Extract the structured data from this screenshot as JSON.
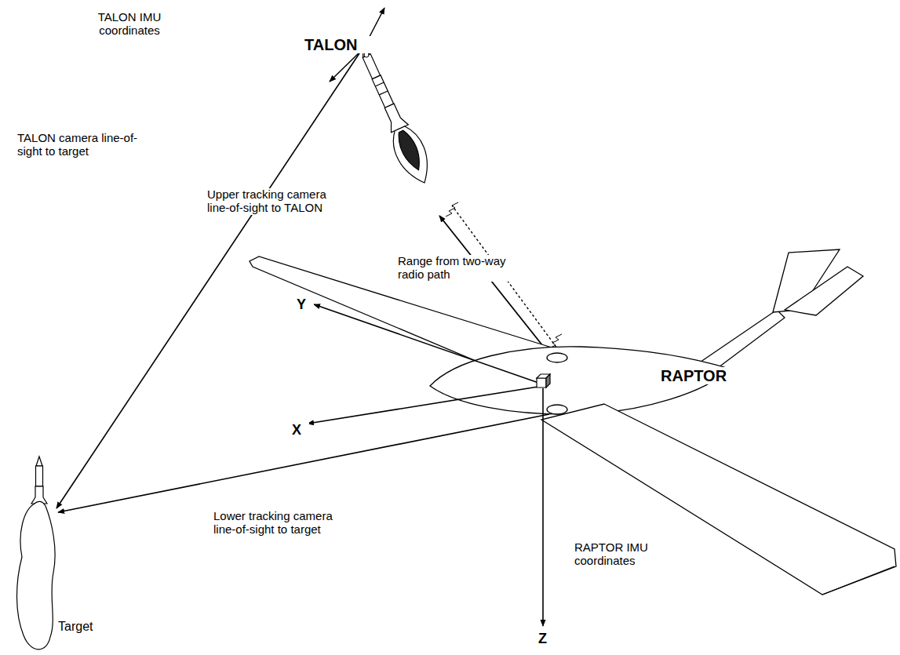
{
  "diagram": {
    "labels": [
      "TALON IMU coordinates",
      "TALON",
      "TALON camera line-of-sight to target",
      "Upper tracking camera line-of-sight to TALON",
      "Range from two-way radio path",
      "Y",
      "X",
      "Z",
      "RAPTOR",
      "RAPTOR IMU coordinates",
      "Lower tracking camera line-of-sight to target",
      "Target"
    ]
  }
}
